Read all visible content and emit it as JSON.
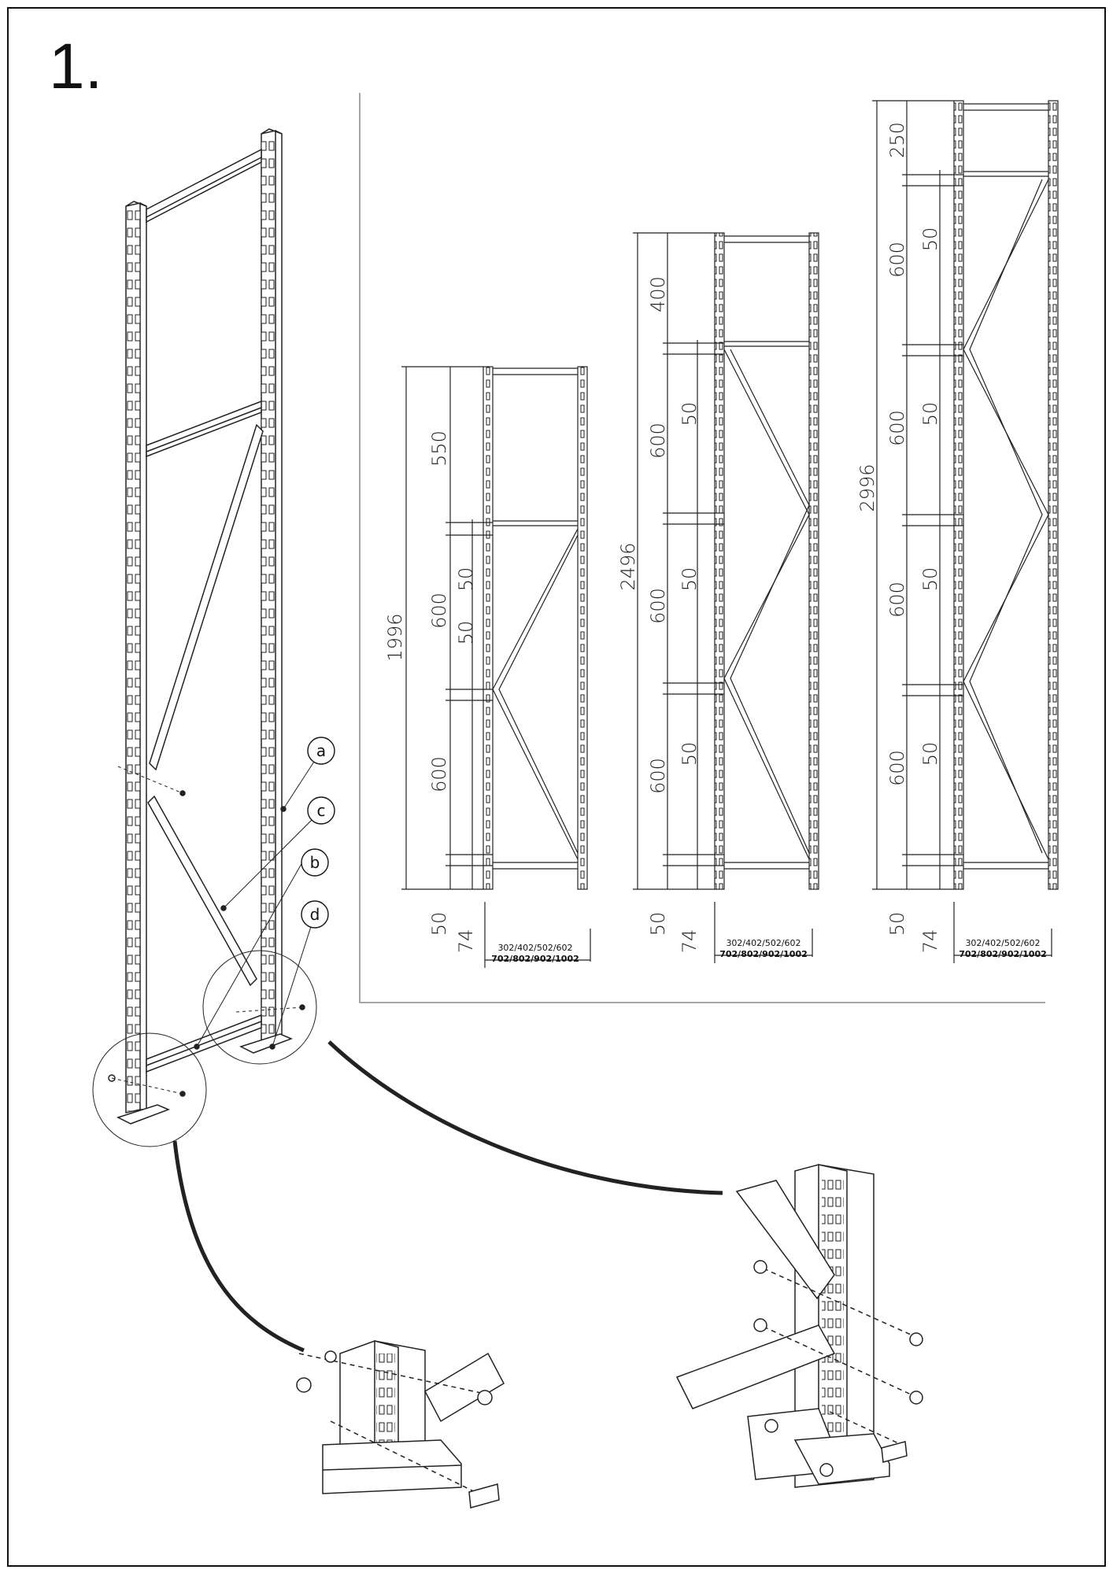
{
  "step": {
    "number": "1."
  },
  "parts": [
    {
      "label": "a",
      "name": "upright"
    },
    {
      "label": "c",
      "name": "diagonal-brace"
    },
    {
      "label": "b",
      "name": "horizontal-brace"
    },
    {
      "label": "d",
      "name": "base-plate-bolt"
    }
  ],
  "frames": [
    {
      "height": "1996",
      "spacings": [
        "550",
        "600",
        "600"
      ],
      "gaps": [
        "50",
        "50"
      ],
      "bottom_offset": "50",
      "foot_offset": "74",
      "depths_top": "302/402/502/602",
      "depths_bottom": "702/802/902/1002"
    },
    {
      "height": "2496",
      "spacings": [
        "400",
        "600",
        "600",
        "600"
      ],
      "gaps": [
        "50",
        "50",
        "50"
      ],
      "bottom_offset": "50",
      "foot_offset": "74",
      "depths_top": "302/402/502/602",
      "depths_bottom": "702/802/902/1002"
    },
    {
      "height": "2996",
      "spacings": [
        "250",
        "600",
        "600",
        "600",
        "600"
      ],
      "gaps": [
        "50",
        "50",
        "50",
        "50"
      ],
      "bottom_offset": "50",
      "foot_offset": "74",
      "depths_top": "302/402/502/602",
      "depths_bottom": "702/802/902/1002"
    }
  ]
}
